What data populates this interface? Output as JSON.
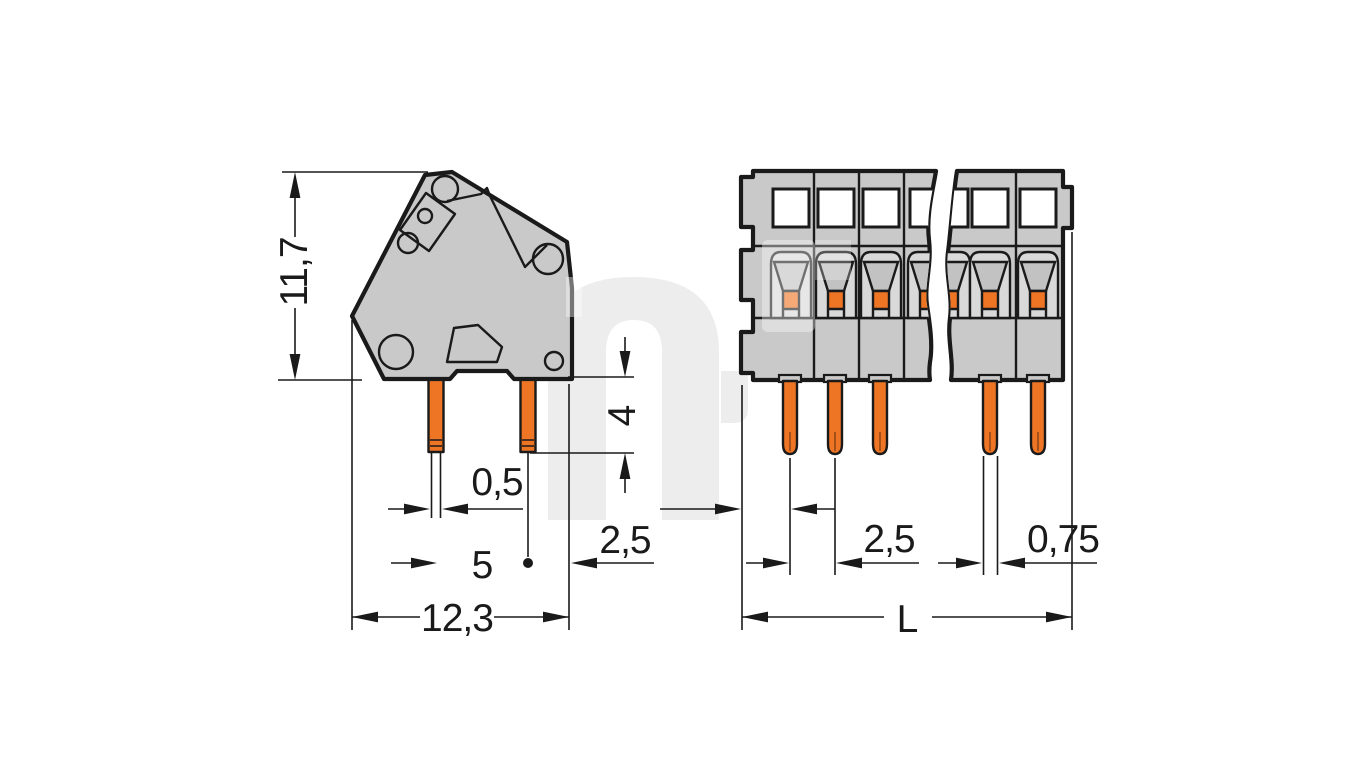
{
  "figure": {
    "type": "technical-dimension-drawing",
    "subject": "PCB terminal block with push-button actuation, side view and front view with break lines"
  },
  "side_view": {
    "dim_height": "11,7",
    "dim_wire_tip_width": "0,5",
    "dim_pin_spacing": "5",
    "dim_total_width": "12,3",
    "dim_edge_offset": "2,5",
    "dim_pin_length": "4"
  },
  "front_view": {
    "dim_pin_pitch": "2,5",
    "dim_pin_width": "0,75",
    "dim_total_length": "L"
  },
  "colors": {
    "background": "#ffffff",
    "line": "#1a1a1a",
    "body": "#c9c9c9",
    "chamber": "#d9d9d9",
    "pin": "#ee7524",
    "watermark": "#ededed"
  }
}
